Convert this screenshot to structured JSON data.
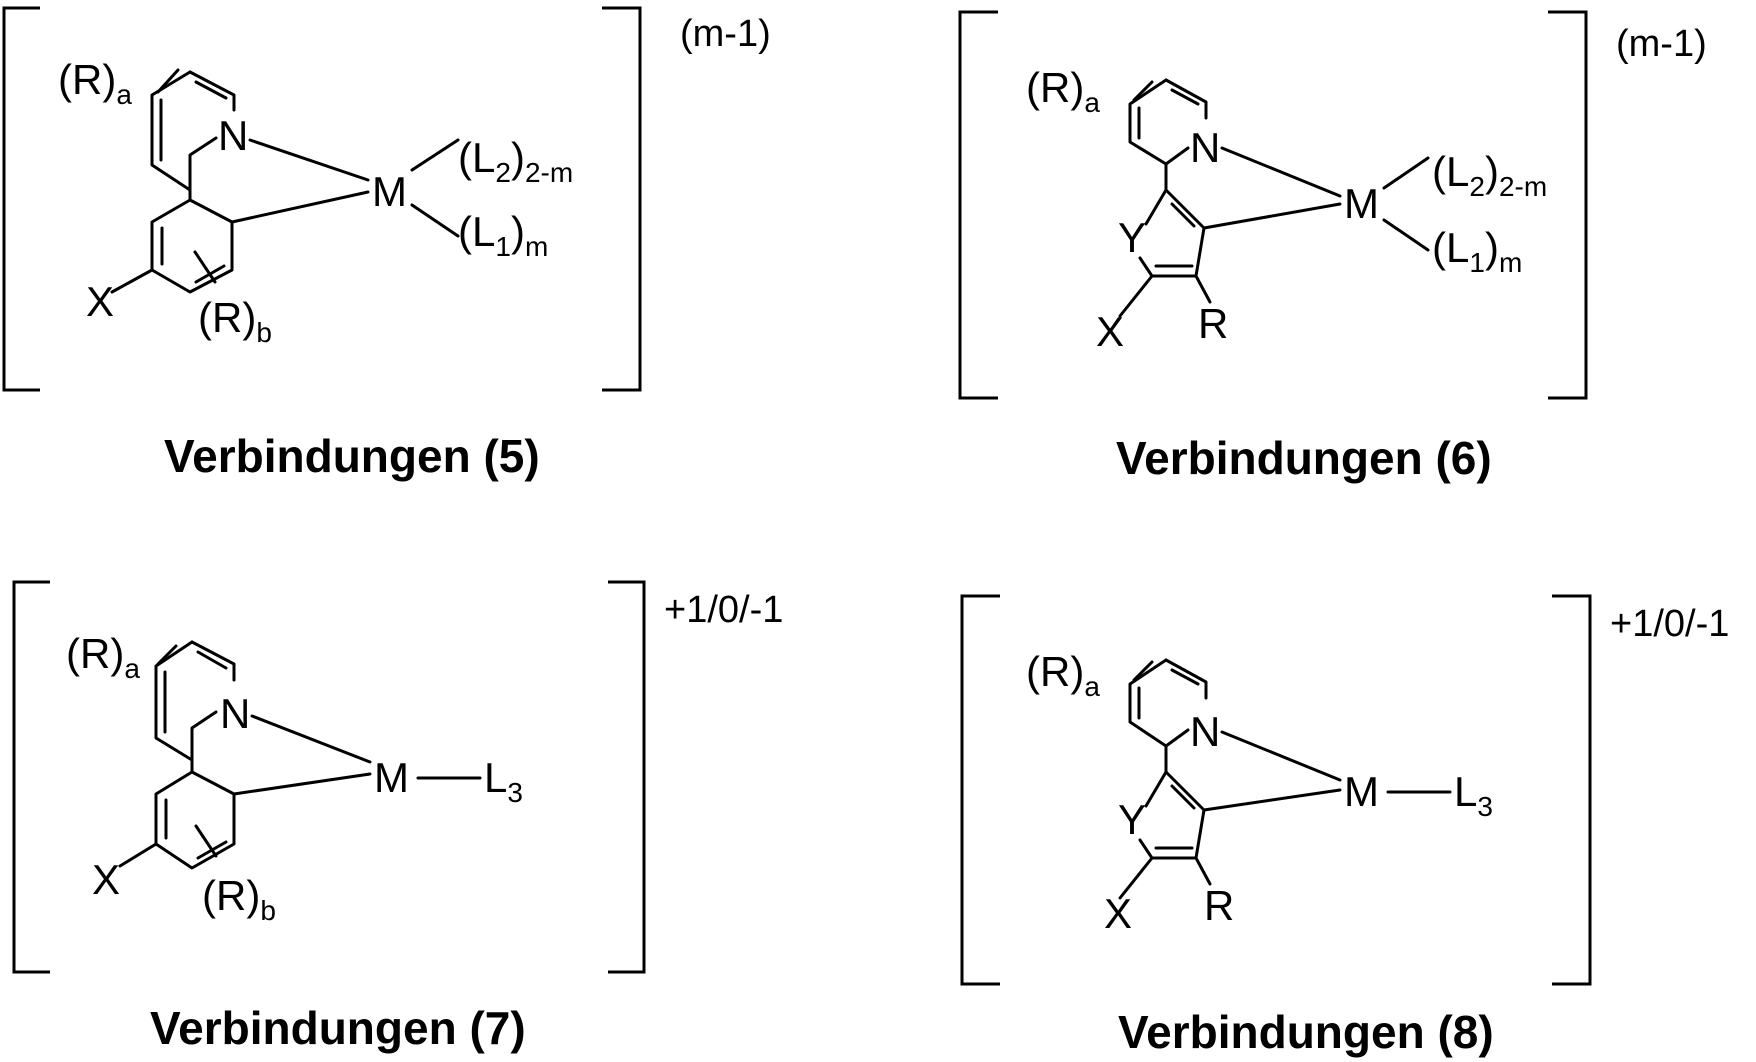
{
  "structures": [
    {
      "id": "5",
      "caption": "Verbindungen (5)",
      "charge": "(m-1)",
      "labels": {
        "ra": "R",
        "ra_sub": "a",
        "n": "N",
        "m": "M",
        "l2": "L",
        "l2_sub1": "2",
        "l2_sub2": "2-m",
        "l1": "L",
        "l1_sub1": "1",
        "l1_sub2": "m",
        "x": "X",
        "rb": "R",
        "rb_sub": "b"
      }
    },
    {
      "id": "6",
      "caption": "Verbindungen (6)",
      "charge": "(m-1)",
      "labels": {
        "ra": "R",
        "ra_sub": "a",
        "n": "N",
        "m": "M",
        "l2": "L",
        "l2_sub1": "2",
        "l2_sub2": "2-m",
        "l1": "L",
        "l1_sub1": "1",
        "l1_sub2": "m",
        "y": "Y",
        "x": "X",
        "r": "R"
      }
    },
    {
      "id": "7",
      "caption": "Verbindungen (7)",
      "charge": "+1/0/-1",
      "labels": {
        "ra": "R",
        "ra_sub": "a",
        "n": "N",
        "m": "M",
        "l3": "L",
        "l3_sub": "3",
        "x": "X",
        "rb": "R",
        "rb_sub": "b"
      }
    },
    {
      "id": "8",
      "caption": "Verbindungen (8)",
      "charge": "+1/0/-1",
      "labels": {
        "ra": "R",
        "ra_sub": "a",
        "n": "N",
        "m": "M",
        "l3": "L",
        "l3_sub": "3",
        "y": "Y",
        "x": "X",
        "r": "R"
      }
    }
  ]
}
